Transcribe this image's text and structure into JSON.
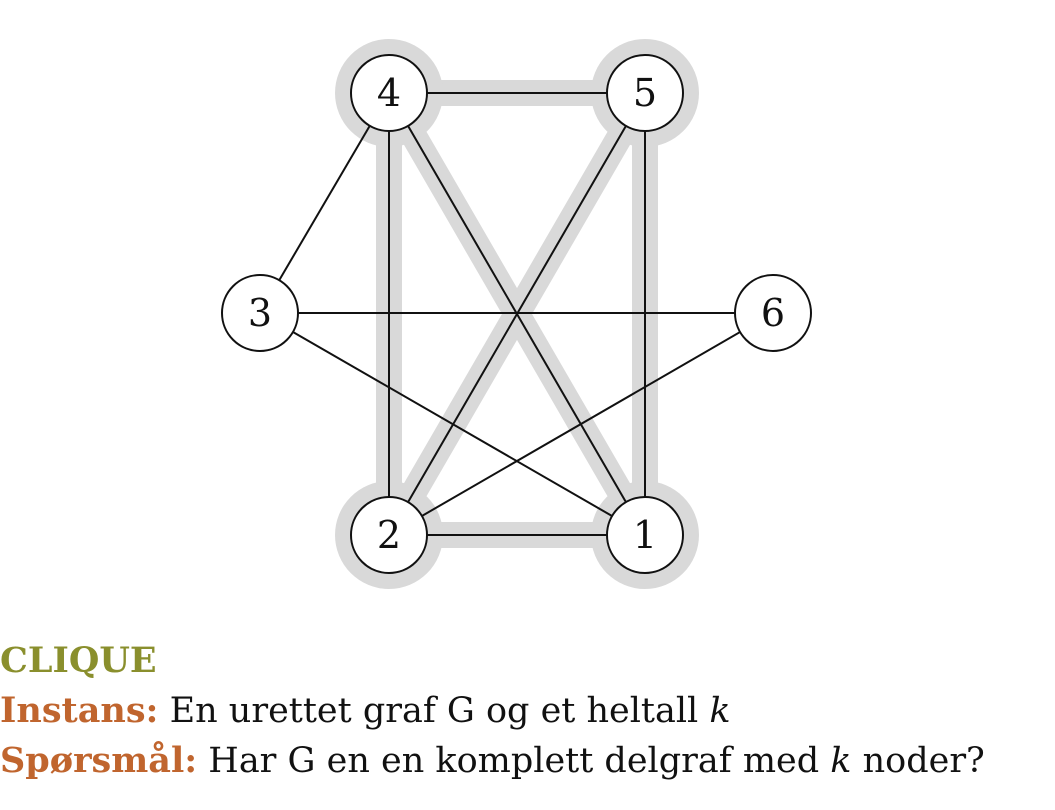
{
  "graph": {
    "nodes": [
      {
        "id": "4",
        "label": "4"
      },
      {
        "id": "5",
        "label": "5"
      },
      {
        "id": "3",
        "label": "3"
      },
      {
        "id": "6",
        "label": "6"
      },
      {
        "id": "2",
        "label": "2"
      },
      {
        "id": "1",
        "label": "1"
      }
    ],
    "edges": [
      [
        "4",
        "5"
      ],
      [
        "4",
        "2"
      ],
      [
        "4",
        "1"
      ],
      [
        "4",
        "3"
      ],
      [
        "5",
        "2"
      ],
      [
        "5",
        "1"
      ],
      [
        "2",
        "1"
      ],
      [
        "2",
        "6"
      ],
      [
        "3",
        "6"
      ],
      [
        "3",
        "1"
      ]
    ],
    "highlighted_clique": [
      "1",
      "2",
      "4",
      "5"
    ],
    "colors": {
      "highlight": "#d9d9d9",
      "edge": "#111111",
      "node_fill": "#ffffff",
      "node_stroke": "#111111"
    }
  },
  "text": {
    "title": "CLIQUE",
    "title_color": "#8a8f2d",
    "label_color": "#c0652e",
    "instans_label": "Instans:",
    "instans_text_1": " En urettet graf G og et heltall ",
    "instans_var": "k",
    "sporsmal_label": "Spørsmål:",
    "sporsmal_text_1": " Har G en en komplett delgraf med ",
    "sporsmal_var": "k",
    "sporsmal_text_2": " noder?"
  }
}
